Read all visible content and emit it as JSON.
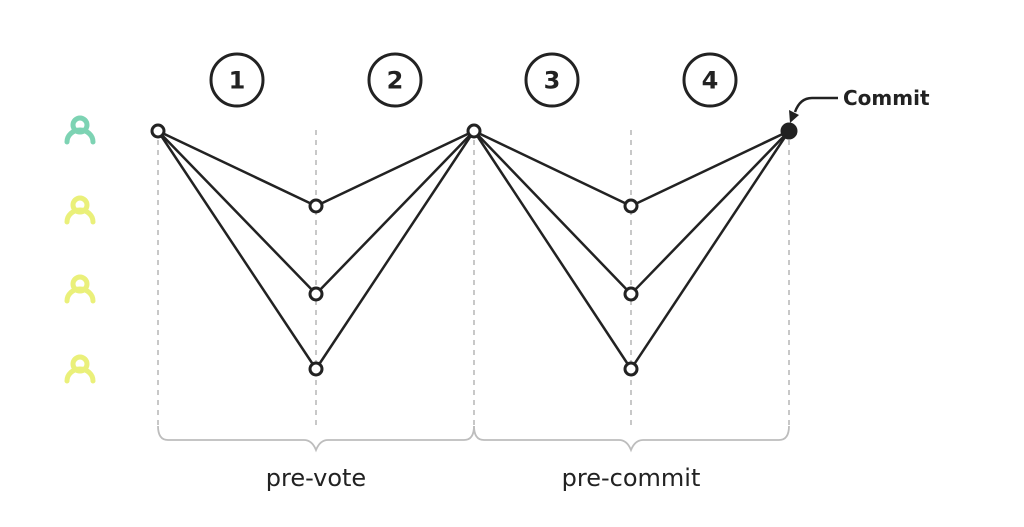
{
  "steps": [
    {
      "label": "1"
    },
    {
      "label": "2"
    },
    {
      "label": "3"
    },
    {
      "label": "4"
    }
  ],
  "commit_label": "Commit",
  "phases": [
    {
      "label": "pre-vote"
    },
    {
      "label": "pre-commit"
    }
  ],
  "nodes": [
    {
      "icon": "user-icon",
      "color": "#7dd3b3"
    },
    {
      "icon": "user-icon",
      "color": "#eaf07a"
    },
    {
      "icon": "user-icon",
      "color": "#eaf07a"
    },
    {
      "icon": "user-icon",
      "color": "#eaf07a"
    }
  ],
  "colors": {
    "line": "#222222",
    "guide": "#c8c8c8",
    "bracket": "#bdbdbd"
  }
}
